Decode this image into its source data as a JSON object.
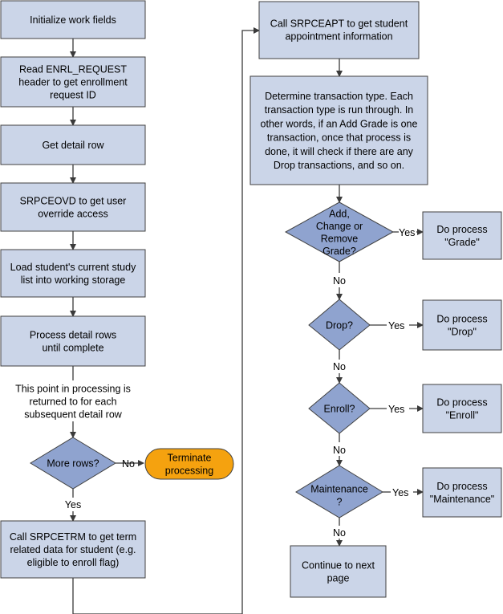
{
  "colors": {
    "box_fill": "#cbd5e8",
    "box_stroke": "#404040",
    "diamond_fill": "#8fa3cf",
    "terminator_fill": "#f5a20f",
    "line": "#3a3a3a"
  },
  "left_column": {
    "init": [
      "Initialize work fields"
    ],
    "read_header": [
      "Read ENRL_REQUEST",
      "header to get enrollment",
      "request ID"
    ],
    "get_detail": [
      "Get detail row"
    ],
    "override": [
      "SRPCEOVD to get user",
      "override access"
    ],
    "load_list": [
      "Load student's current study",
      "list into working storage"
    ],
    "process_rows": [
      "Process detail rows",
      "until complete"
    ],
    "note": [
      "This point in processing is",
      "returned to for each",
      "subsequent detail row"
    ],
    "more_rows": [
      "More rows?"
    ],
    "terminate": [
      "Terminate",
      "processing"
    ],
    "term_data": [
      "Call SRPCETRM to get term",
      "related data for student (e.g.",
      "eligible to enroll flag)"
    ]
  },
  "right_column": {
    "appointment": [
      "Call SRPCEAPT to get student",
      "appointment information"
    ],
    "determine": [
      "Determine transaction type. Each",
      "transaction type is run through. In",
      "other words, if an Add Grade is one",
      "transaction, once that process is",
      "done, it will check if there are any",
      "Drop transactions, and so on."
    ],
    "grade_decision": [
      "Add,",
      "Change or",
      "Remove",
      "Grade?"
    ],
    "grade_process": [
      "Do process",
      "\"Grade\""
    ],
    "drop_decision": [
      "Drop?"
    ],
    "drop_process": [
      "Do process",
      "\"Drop\""
    ],
    "enroll_decision": [
      "Enroll?"
    ],
    "enroll_process": [
      "Do process",
      "\"Enroll\""
    ],
    "maintenance_decision": [
      "Maintenance",
      "?"
    ],
    "maintenance_process": [
      "Do process",
      "\"Maintenance\""
    ],
    "continue": [
      "Continue to next",
      "page"
    ]
  },
  "connector_labels": {
    "yes": "Yes",
    "no": "No"
  }
}
